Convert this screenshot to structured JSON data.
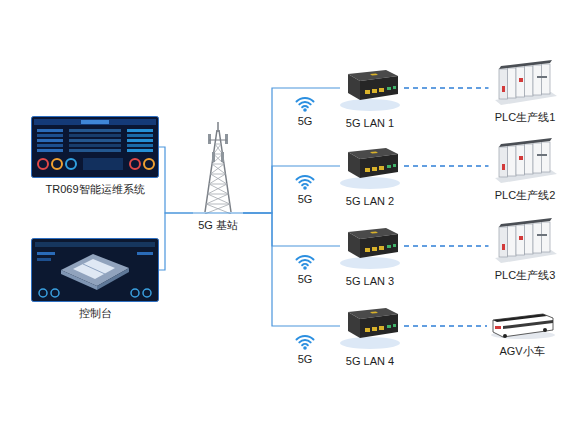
{
  "diagram": {
    "nodes": [
      {
        "text": [
          "TR069智能运维系统"
        ]
      },
      {
        "text": [
          "控制台"
        ]
      },
      {
        "text": [
          "5G 基站"
        ]
      },
      {
        "text": [
          "5G LAN 1"
        ]
      },
      {
        "text": [
          "PLC生产线1"
        ]
      },
      {
        "text": [
          "5G LAN 2"
        ]
      },
      {
        "text": [
          "PLC生产线2"
        ]
      },
      {
        "text": [
          "5G LAN 3"
        ]
      },
      {
        "text": [
          "PLC生产线3"
        ]
      },
      {
        "text": [
          "5G LAN 4"
        ]
      },
      {
        "text": [
          "AGV小车"
        ]
      }
    ],
    "edges": [
      {
        "from": 0,
        "to": 2,
        "arrow": "none"
      },
      {
        "from": 1,
        "to": 2,
        "arrow": "none"
      },
      {
        "from": 2,
        "to": 3,
        "arrow": "none"
      },
      {
        "from": 2,
        "to": 5,
        "arrow": "none"
      },
      {
        "from": 2,
        "to": 7,
        "arrow": "none"
      },
      {
        "from": 2,
        "to": 9,
        "arrow": "none"
      },
      {
        "from": 3,
        "to": 4,
        "arrow": "none"
      },
      {
        "from": 5,
        "to": 6,
        "arrow": "none"
      },
      {
        "from": 7,
        "to": 8,
        "arrow": "none"
      },
      {
        "from": 9,
        "to": 10,
        "arrow": "none"
      }
    ],
    "labels": [
      "5G",
      "5G",
      "5G",
      "5G"
    ]
  }
}
